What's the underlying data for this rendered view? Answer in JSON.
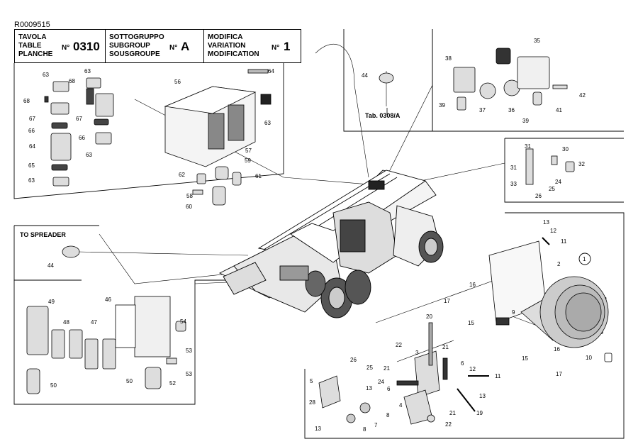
{
  "doc_id": "R0009515",
  "title_block": {
    "table": {
      "labels": [
        "TAVOLA",
        "TABLE",
        "PLANCHE"
      ],
      "no_label": "N°",
      "value": "0310"
    },
    "subgroup": {
      "labels": [
        "SOTTOGRUPPO",
        "SUBGROUP",
        "SOUSGROUPE"
      ],
      "no_label": "N°",
      "value": "A"
    },
    "variation": {
      "labels": [
        "MODIFICA",
        "VARIATION",
        "MODIFICATION"
      ],
      "no_label": "N°",
      "value": "1"
    }
  },
  "callouts": {
    "to_spreader": "TO SPREADER",
    "tab_ref": "Tab. 0308/A"
  },
  "labels": {
    "p1": "1",
    "p2": "2",
    "p3": "3",
    "p4": "4",
    "p5": "5",
    "p6a": "6",
    "p6b": "6",
    "p7": "7",
    "p8a": "8",
    "p8b": "8",
    "p9": "9",
    "p10": "10",
    "p11a": "11",
    "p11b": "11",
    "p12a": "12",
    "p12b": "12",
    "p13a": "13",
    "p13b": "13",
    "p13c": "13",
    "p13d": "13",
    "p15a": "15",
    "p15b": "15",
    "p16a": "16",
    "p16b": "16",
    "p17a": "17",
    "p17b": "17",
    "p19": "19",
    "p20": "20",
    "p21a": "21",
    "p21b": "21",
    "p21c": "21",
    "p22a": "22",
    "p22b": "22",
    "p24a": "24",
    "p24b": "24",
    "p25a": "25",
    "p25b": "25",
    "p26a": "26",
    "p26b": "26",
    "p28": "28",
    "p30": "30",
    "p31a": "31",
    "p31b": "31",
    "p32": "32",
    "p33": "33",
    "p35": "35",
    "p36": "36",
    "p37": "37",
    "p38": "38",
    "p39a": "39",
    "p39b": "39",
    "p41": "41",
    "p42": "42",
    "p44a": "44",
    "p44b": "44",
    "p46": "46",
    "p47": "47",
    "p48": "48",
    "p49": "49",
    "p50a": "50",
    "p50b": "50",
    "p52": "52",
    "p53a": "53",
    "p53b": "53",
    "p54": "54",
    "p56": "56",
    "p57": "57",
    "p58": "58",
    "p59": "59",
    "p60": "60",
    "p61": "61",
    "p62": "62",
    "p63a": "63",
    "p63b": "63",
    "p63c": "63",
    "p63d": "63",
    "p63e": "63",
    "p64a": "64",
    "p64b": "64",
    "p65": "65",
    "p66a": "66",
    "p66b": "66",
    "p67a": "67",
    "p67b": "67",
    "p68a": "68",
    "p68b": "68"
  }
}
